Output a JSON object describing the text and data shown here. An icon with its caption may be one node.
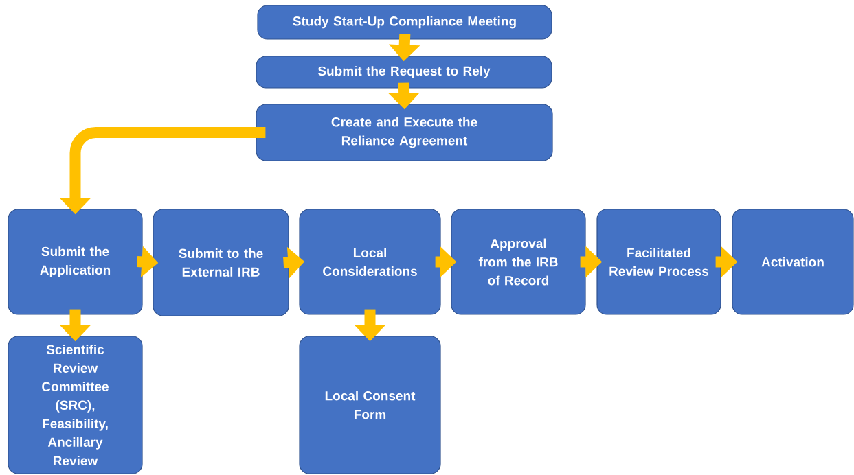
{
  "diagram": {
    "nodes": [
      {
        "text": [
          "Study Start-Up Compliance Meeting"
        ]
      },
      {
        "text": [
          "Submit the Request to Rely"
        ]
      },
      {
        "text": [
          "Create and Execute the Reliance Agreement"
        ]
      },
      {
        "text": [
          "Submit the Application"
        ]
      },
      {
        "text": [
          "Submit to the External IRB"
        ]
      },
      {
        "text": [
          "Local Considerations"
        ]
      },
      {
        "text": [
          "Approval from the IRB of Record"
        ]
      },
      {
        "text": [
          "Facilitated Review Process"
        ]
      },
      {
        "text": [
          "Activation"
        ]
      },
      {
        "text": [
          "Scientific Review Committee (SRC), Feasibility, Ancillary Review"
        ]
      },
      {
        "text": [
          "Local Consent Form"
        ]
      }
    ],
    "edges": [
      {
        "from": 0,
        "to": 1,
        "arrow": "to"
      },
      {
        "from": 1,
        "to": 2,
        "arrow": "to"
      },
      {
        "from": 2,
        "to": 3,
        "arrow": "to"
      },
      {
        "from": 3,
        "to": 4,
        "arrow": "to"
      },
      {
        "from": 4,
        "to": 5,
        "arrow": "to"
      },
      {
        "from": 5,
        "to": 6,
        "arrow": "to"
      },
      {
        "from": 6,
        "to": 7,
        "arrow": "to"
      },
      {
        "from": 7,
        "to": 8,
        "arrow": "to"
      },
      {
        "from": 3,
        "to": 9,
        "arrow": "to"
      },
      {
        "from": 5,
        "to": 10,
        "arrow": "to"
      }
    ]
  }
}
